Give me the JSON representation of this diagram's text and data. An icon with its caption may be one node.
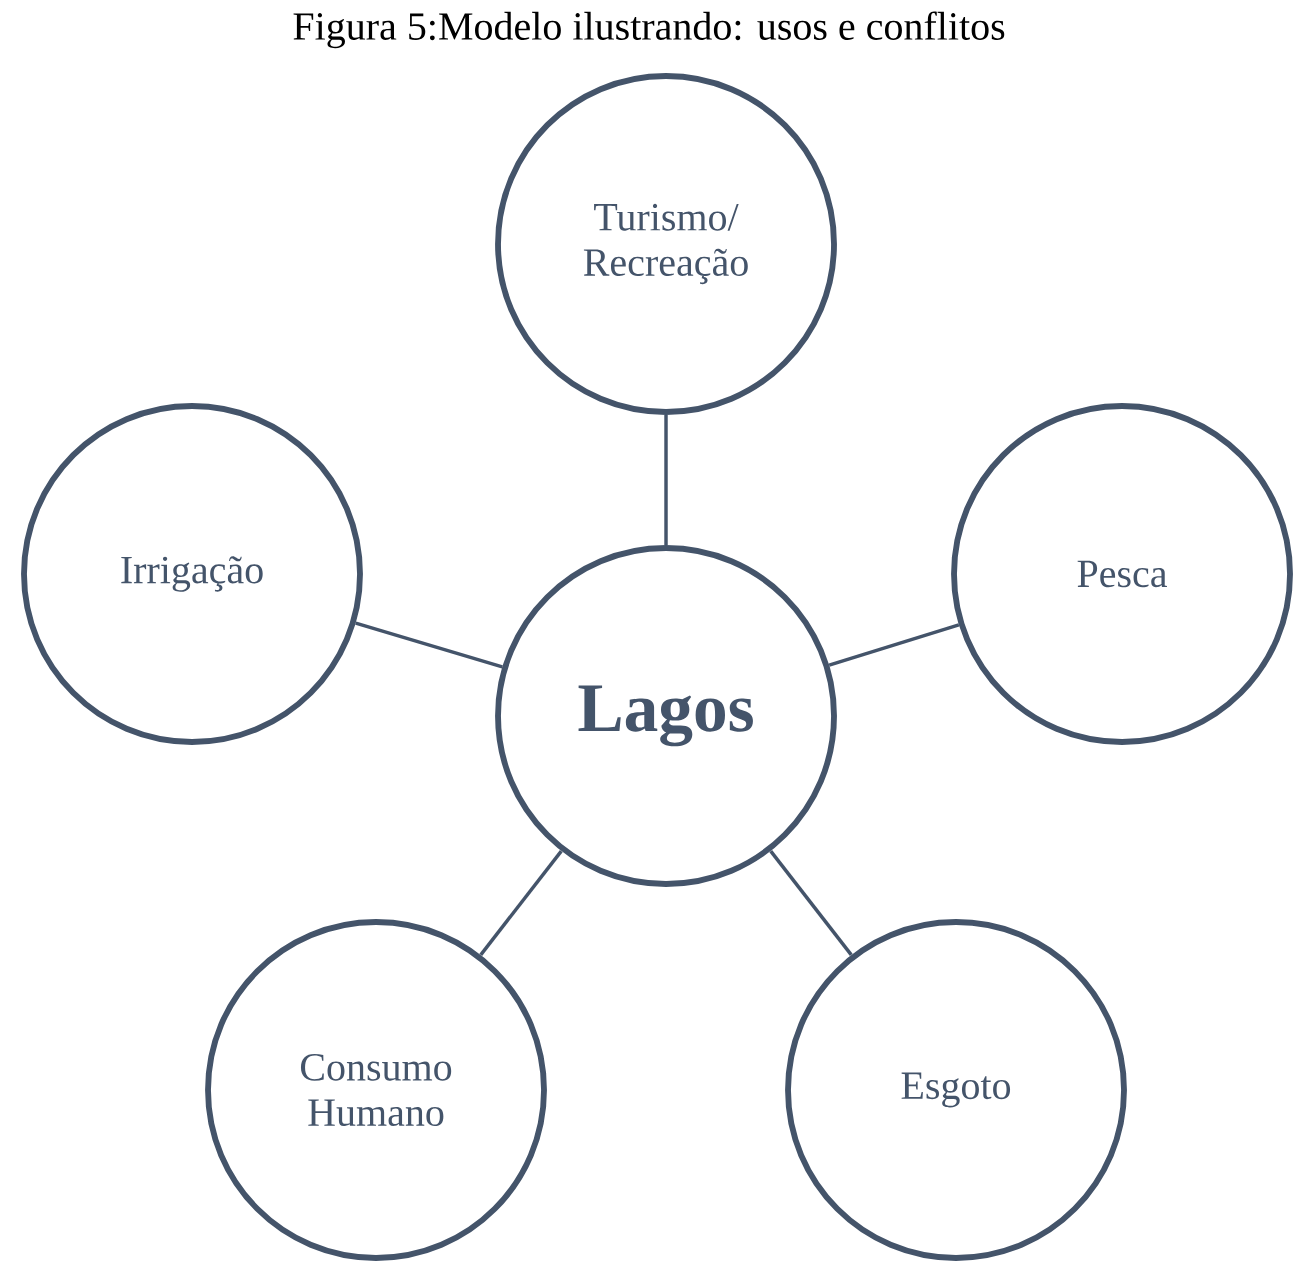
{
  "diagram": {
    "title": "Figura 5:Modelo ilustrando: usos e conflitos",
    "nodes": [
      {
        "text": [
          "Turismo/ Recreação"
        ]
      },
      {
        "text": [
          "Irrigação"
        ]
      },
      {
        "text": [
          "Lagos"
        ]
      },
      {
        "text": [
          "Pesca"
        ]
      },
      {
        "text": [
          "Consumo Humano"
        ]
      },
      {
        "text": [
          "Esgoto"
        ]
      }
    ],
    "edges": [
      {
        "from": 2,
        "to": 0,
        "arrow": "none"
      },
      {
        "from": 2,
        "to": 1,
        "arrow": "none"
      },
      {
        "from": 2,
        "to": 3,
        "arrow": "none"
      },
      {
        "from": 2,
        "to": 4,
        "arrow": "none"
      },
      {
        "from": 2,
        "to": 5,
        "arrow": "none"
      }
    ]
  }
}
